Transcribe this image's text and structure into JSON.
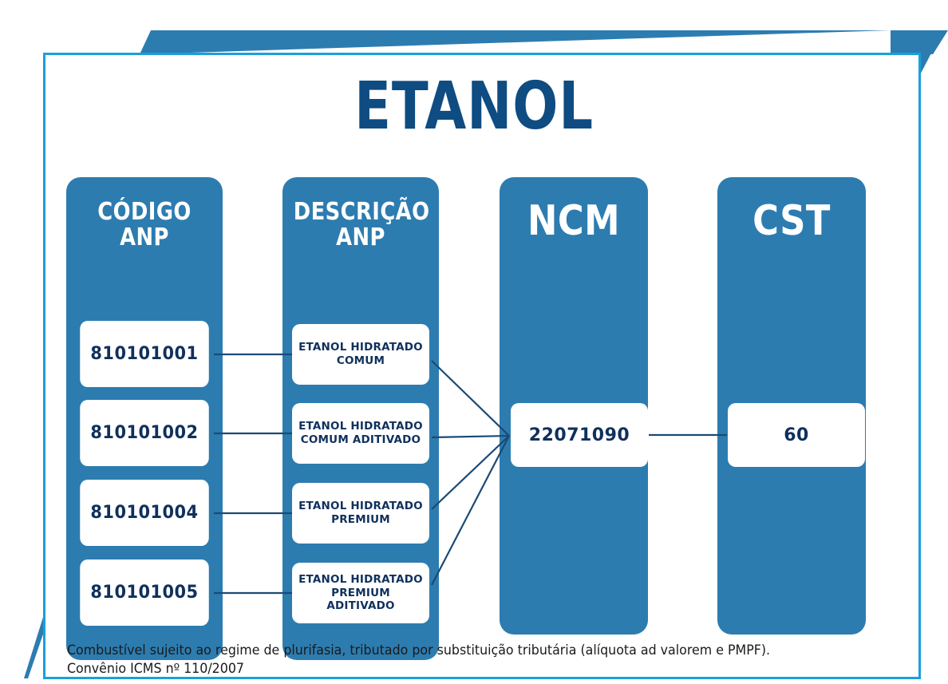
{
  "title": "ETANOL",
  "colors": {
    "column_blue": "#2D7CB0",
    "frame_cyan": "#19A0DC",
    "title_navy": "#0E4C82",
    "cell_text_navy": "#10305C",
    "cell_white": "#FFFFFF",
    "connector_navy": "#1B4A74"
  },
  "columns": [
    {
      "key": "codigo_anp",
      "header": "CÓDIGO\nANP",
      "header_line1": "CÓDIGO",
      "header_line2": "ANP",
      "size": "small",
      "cells": [
        "810101001",
        "810101002",
        "810101004",
        "810101005"
      ]
    },
    {
      "key": "descricao_anp",
      "header": "DESCRIÇÃO\nANP",
      "header_line1": "DESCRIÇÃO",
      "header_line2": "ANP",
      "size": "small",
      "cells": [
        "ETANOL HIDRATADO COMUM",
        "ETANOL HIDRATADO COMUM ADITIVADO",
        "ETANOL HIDRATADO PREMIUM",
        "ETANOL HIDRATADO PREMIUM ADITIVADO"
      ],
      "cells_lines": [
        [
          "ETANOL HIDRATADO",
          "COMUM"
        ],
        [
          "ETANOL HIDRATADO",
          "COMUM ADITIVADO"
        ],
        [
          "ETANOL HIDRATADO",
          "PREMIUM"
        ],
        [
          "ETANOL HIDRATADO",
          "PREMIUM ADITIVADO"
        ]
      ]
    },
    {
      "key": "ncm",
      "header": "NCM",
      "header_line1": "NCM",
      "size": "large",
      "cells": [
        "22071090"
      ]
    },
    {
      "key": "cst",
      "header": "CST",
      "header_line1": "CST",
      "size": "large",
      "cells": [
        "60"
      ]
    }
  ],
  "rows": {
    "row1": {
      "codigo": "810101001",
      "descricao_l1": "ETANOL HIDRATADO",
      "descricao_l2": "COMUM"
    },
    "row2": {
      "codigo": "810101002",
      "descricao_l1": "ETANOL HIDRATADO",
      "descricao_l2": "COMUM ADITIVADO"
    },
    "row3": {
      "codigo": "810101004",
      "descricao_l1": "ETANOL HIDRATADO",
      "descricao_l2": "PREMIUM"
    },
    "row4": {
      "codigo": "810101005",
      "descricao_l1": "ETANOL HIDRATADO",
      "descricao_l2": "PREMIUM ADITIVADO"
    }
  },
  "ncm_value": "22071090",
  "cst_value": "60",
  "headers": {
    "codigo_l1": "CÓDIGO",
    "codigo_l2": "ANP",
    "descricao_l1": "DESCRIÇÃO",
    "descricao_l2": "ANP",
    "ncm": "NCM",
    "cst": "CST"
  },
  "footnote": {
    "line1": "Combustível sujeito ao regime de plurifasia, tributado por substituição tributária (alíquota ad valorem e PMPF).",
    "line2": "Convênio ICMS nº 110/2007"
  }
}
